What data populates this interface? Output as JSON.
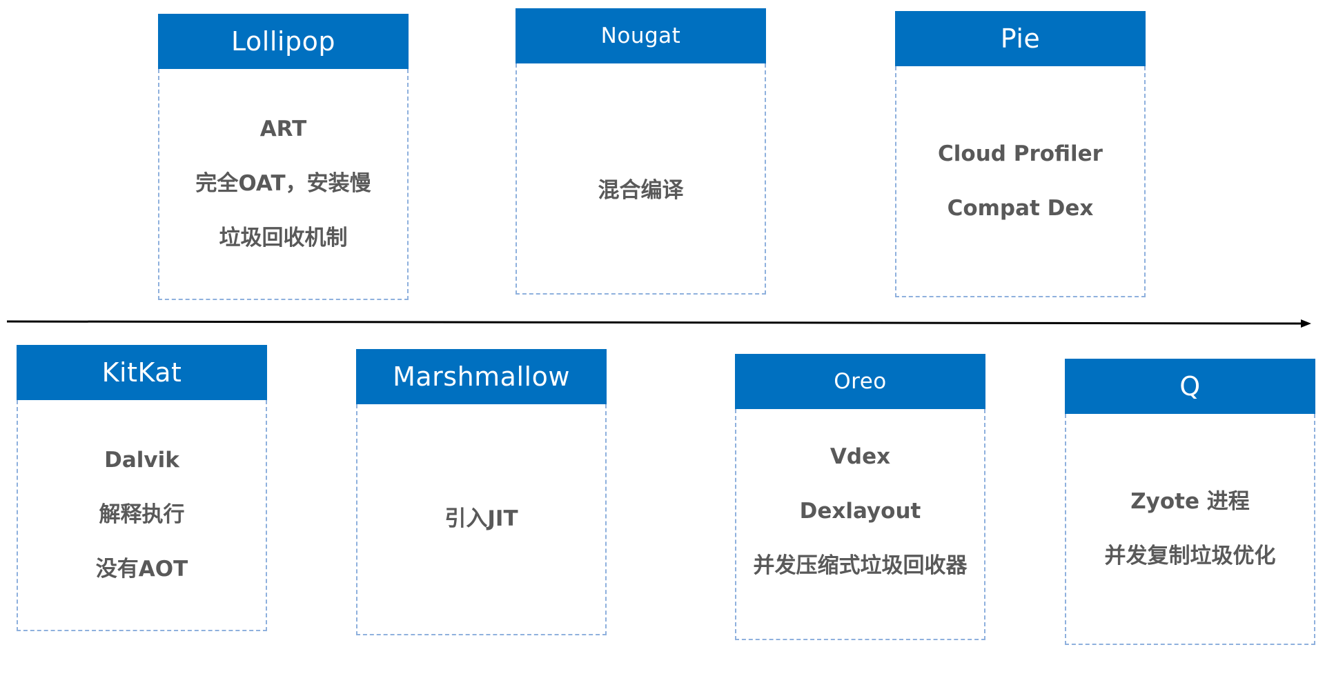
{
  "versions_top": [
    {
      "name": "Lollipop",
      "lines": [
        "ART",
        "完全OAT，安装慢",
        "垃圾回收机制"
      ]
    },
    {
      "name": "Nougat",
      "lines": [
        "混合编译"
      ]
    },
    {
      "name": "Pie",
      "lines": [
        "Cloud Profiler",
        "Compat Dex"
      ]
    }
  ],
  "versions_bottom": [
    {
      "name": "KitKat",
      "lines": [
        "Dalvik",
        "解释执行",
        "没有AOT"
      ]
    },
    {
      "name": "Marshmallow",
      "lines": [
        "引入JIT"
      ]
    },
    {
      "name": "Oreo",
      "lines": [
        "Vdex",
        "Dexlayout",
        "并发压缩式垃圾回收器"
      ]
    },
    {
      "name": "Q",
      "lines": [
        "Zyote 进程",
        "并发复制垃圾优化"
      ]
    }
  ],
  "colors": {
    "header_bg": "#0070c0",
    "header_text": "#ffffff",
    "body_border": "#8eb0dd",
    "body_text": "#595959",
    "timeline": "#000000"
  }
}
